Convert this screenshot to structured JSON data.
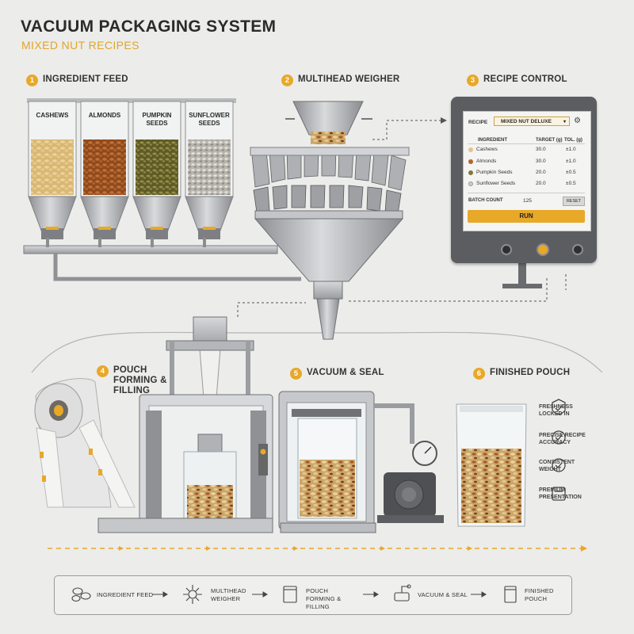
{
  "header": {
    "title": "VACUUM PACKAGING SYSTEM",
    "subtitle": "MIXED NUT RECIPES"
  },
  "steps": [
    {
      "num": "1",
      "label": "INGREDIENT FEED"
    },
    {
      "num": "2",
      "label": "MULTIHEAD WEIGHER"
    },
    {
      "num": "3",
      "label": "RECIPE CONTROL"
    },
    {
      "num": "4",
      "label": "POUCH FORMING & FILLING"
    },
    {
      "num": "5",
      "label": "VACUUM & SEAL"
    },
    {
      "num": "6",
      "label": "FINISHED POUCH"
    }
  ],
  "hoppers": [
    {
      "label": "CASHEWS",
      "color": "#e4c588"
    },
    {
      "label": "ALMONDS",
      "color": "#b5642b"
    },
    {
      "label": "PUMPKIN SEEDS",
      "color": "#7f7a3a"
    },
    {
      "label": "SUNFLOWER SEEDS",
      "color": "#cfcdc6"
    }
  ],
  "control": {
    "recipe_label": "RECIPE",
    "recipe_value": "MIXED NUT DELUXE",
    "columns": [
      "INGREDIENT",
      "TARGET (g)",
      "TOL. (g)"
    ],
    "rows": [
      {
        "name": "Cashews",
        "target": "30.0",
        "tol": "±1.0",
        "color": "#e4c588"
      },
      {
        "name": "Almonds",
        "target": "30.0",
        "tol": "±1.0",
        "color": "#b5642b"
      },
      {
        "name": "Pumpkin Seeds",
        "target": "20.0",
        "tol": "±0.5",
        "color": "#7f7a3a"
      },
      {
        "name": "Sunflower Seeds",
        "target": "20.0",
        "tol": "±0.5",
        "color": "#cfcdc6"
      }
    ],
    "batch_label": "BATCH COUNT",
    "batch_value": "125",
    "reset_label": "RESET",
    "run_label": "RUN"
  },
  "benefits": [
    {
      "icon": "shield-check-icon",
      "label": "FRESHNESS LOCKED IN"
    },
    {
      "icon": "check-circle-icon",
      "label": "PRECISE RECIPE ACCURACY"
    },
    {
      "icon": "check-circle-icon",
      "label": "CONSISTENT WEIGHT"
    },
    {
      "icon": "label-tag-icon",
      "label": "PREMIUM PRESENTATION"
    }
  ],
  "flow": [
    {
      "icon": "nuts-icon",
      "label": "INGREDIENT FEED"
    },
    {
      "icon": "weigher-icon",
      "label": "MULTIHEAD WEIGHER"
    },
    {
      "icon": "pouch-icon",
      "label": "POUCH FORMING & FILLING"
    },
    {
      "icon": "vacuum-seal-icon",
      "label": "VACUUM & SEAL"
    },
    {
      "icon": "finished-pouch-icon",
      "label": "FINISHED POUCH"
    }
  ],
  "colors": {
    "accent": "#e8a828",
    "steel": "#a9abaf",
    "panel": "#5c5d60"
  }
}
